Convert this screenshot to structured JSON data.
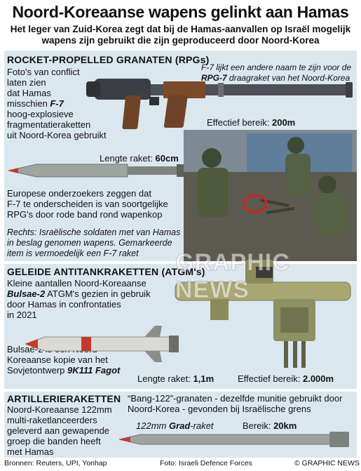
{
  "header": {
    "title": "Noord-Koreaanse wapens gelinkt aan Hamas",
    "subtitle_line1": "Het leger van Zuid-Korea zegt dat bij de Hamas-aanvallen op Israël mogelijk",
    "subtitle_line2": "wapens zijn gebruikt die zijn geproduceerd door Noord-Korea"
  },
  "rpg": {
    "heading": "ROCKET-PROPELLED GRANATEN (RPGs)",
    "intro_1": "Foto's van conflict",
    "intro_2": "laten zien",
    "intro_3": "dat Hamas",
    "intro_4": "misschien",
    "intro_f7": "F-7",
    "intro_5": "hoog-explosieve",
    "intro_6": "fragmentatieraketten",
    "intro_7": "uit Noord-Korea gebruikt",
    "f7_note_1": "F-7 lijkt een andere naam te zijn voor de",
    "f7_note_rpg7": "RPG-7",
    "f7_note_2": " draagraket van het Noord-Korea",
    "range_label": "Effectief bereik: ",
    "range_value": "200m",
    "length_label": "Lengte raket: ",
    "length_value": "60cm",
    "eu_1": "Europese onderzoekers zeggen dat",
    "eu_2": "F-7 te onderscheiden is van soortgelijke",
    "eu_3": "RPG's door rode band rond wapenkop",
    "caption_1": "Rechts: Israëlische soldaten met van Hamas",
    "caption_2": "in beslag genomen wapens. Gemarkeerde",
    "caption_3": "item is vermoedelijk een F-7 raket"
  },
  "atgm": {
    "heading": "GELEIDE ANTITANKRAKETTEN (ATGM's)",
    "t1": "Kleine aantallen Noord-Koreaanse",
    "t2_name": "Bulsae-2",
    "t2_rest": " ATGM's gezien in gebruik",
    "t3": "door Hamas in confrontaties",
    "t4": "in 2021",
    "c1": "Bulsae-2 is een Noord-",
    "c2": "Koreaanse kopie van het",
    "c3": "Sovjetontwerp ",
    "c3_name": "9K111 Fagot",
    "length_label": "Lengte raket: ",
    "length_value": "1,1m",
    "range_label": "Effectief bereik: ",
    "range_value": "2.000m"
  },
  "artillery": {
    "heading": "ARTILLERIERAKETTEN",
    "t1": "Noord-Koreaanse 122mm",
    "t2": "multi-raketlanceerders",
    "t3": "geleverd aan gewapende",
    "t4": "groep die banden heeft",
    "t5": "met Hamas",
    "g1": "“Bang-122”-granaten - dezelfde munitie gebruikt door",
    "g2": "Noord-Korea - gevonden bij Israëlische grens",
    "rocket_1": "122mm ",
    "rocket_name": "Grad",
    "rocket_2": "-raket",
    "range_label": "Bereik: ",
    "range_value": "20km"
  },
  "footer": {
    "sources": "Bronnen: Reuters, UPI, Yonhap",
    "photo": "Foto: Israeli Defence Forces",
    "copyright": "© GRAPHIC NEWS"
  },
  "watermark": "GRAPHIC NEWS",
  "colors": {
    "panel": "#dbe7ef",
    "launcher_olive": "#9a9a6a",
    "rocket_grey": "#9ea5a0",
    "warhead_red": "#c43a2a"
  }
}
